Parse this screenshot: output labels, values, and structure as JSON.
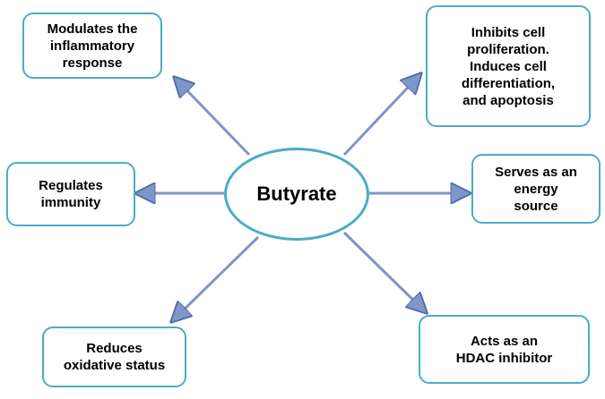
{
  "center": {
    "label": "Butyrate"
  },
  "effects": {
    "top_left": "Modulates the\ninflammatory\nresponse",
    "top_right": "Inhibits cell\nproliferation.\nInduces cell\ndifferentiation,\nand apoptosis",
    "mid_left": "Regulates\nimmunity",
    "mid_right": "Serves as an\nenergy\nsource",
    "bottom_left": "Reduces\noxidative status",
    "bottom_right": "Acts as an\nHDAC inhibitor"
  },
  "colors": {
    "node_border": "#4bacc6",
    "arrow": "#7f96c8",
    "arrow_outline": "#4f6aa6"
  }
}
